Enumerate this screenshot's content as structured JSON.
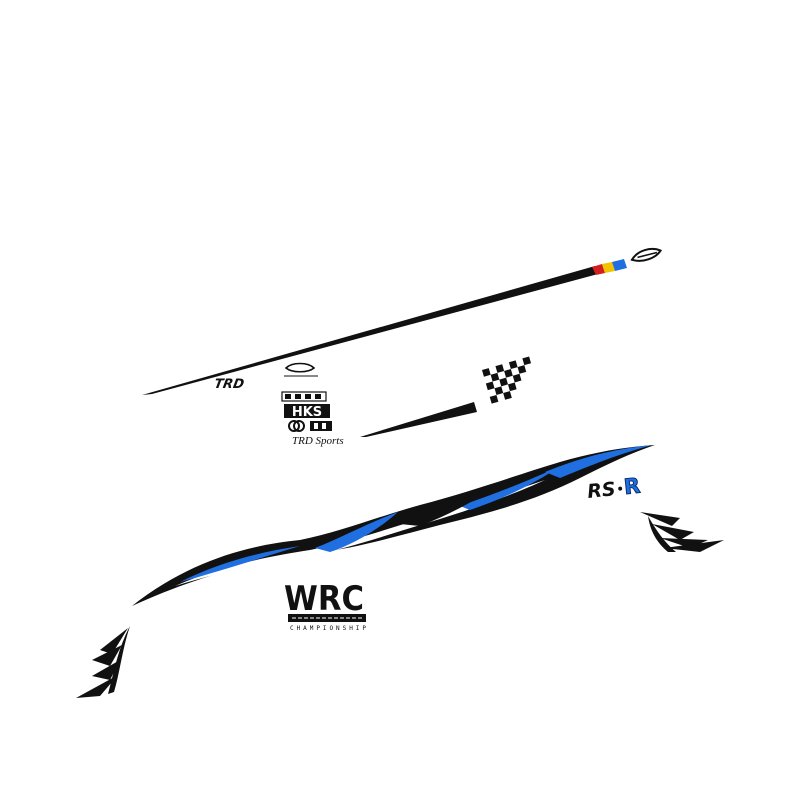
{
  "colors": {
    "background": "#ffffff",
    "ink": "#111111",
    "accent_blue": "#1f6fe0",
    "stripe_red": "#d21e1e",
    "stripe_yellow": "#f2c400",
    "stripe_blue": "#1f6fe0"
  },
  "sponsor_stack": {
    "brands": [
      "TRD",
      "HKS",
      "TRD Sports"
    ]
  },
  "wrc_logo": {
    "wordmark": "WRC",
    "tagline": "CHAMPIONSHIP"
  },
  "rs_r_badge": {
    "prefix": "RS",
    "suffix": "R"
  }
}
